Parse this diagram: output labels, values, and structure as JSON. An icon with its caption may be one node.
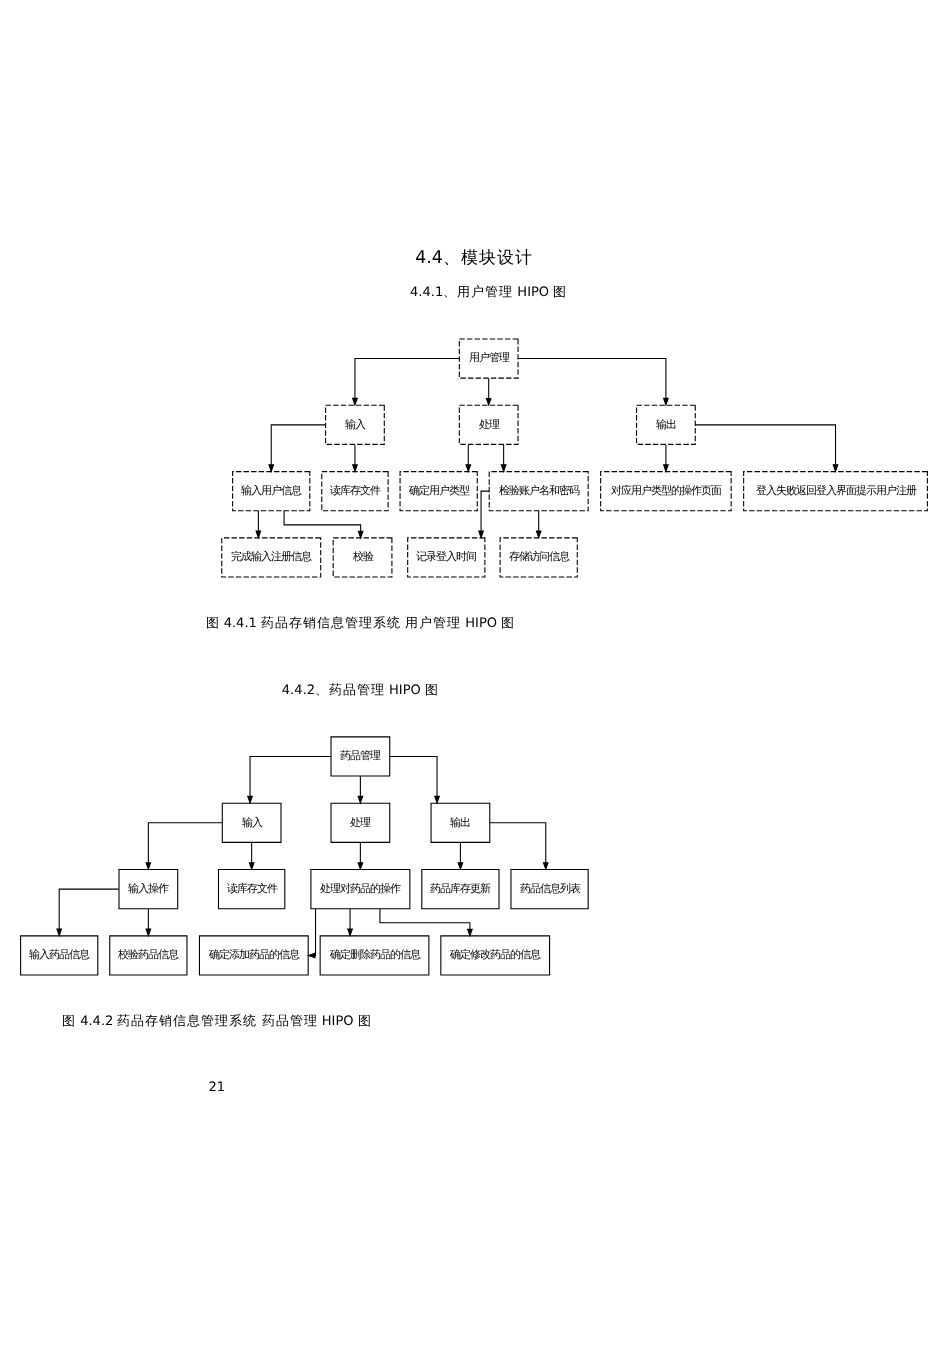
{
  "diagram": {
    "title": "4.4、模块设计",
    "nodes": [
      {
        "text": [
          "用户管理"
        ]
      },
      {
        "text": [
          "输入"
        ]
      },
      {
        "text": [
          "处理"
        ]
      },
      {
        "text": [
          "输出"
        ]
      },
      {
        "text": [
          "输入用户信息"
        ]
      },
      {
        "text": [
          "读库存文件"
        ]
      },
      {
        "text": [
          "确定用户类型"
        ]
      },
      {
        "text": [
          "检验账户名和密码"
        ]
      },
      {
        "text": [
          "对应用户类型的操作页面"
        ]
      },
      {
        "text": [
          "登入失败返回登入界面提示用户注册"
        ]
      },
      {
        "text": [
          "完成输入注册信息"
        ]
      },
      {
        "text": [
          "校验"
        ]
      },
      {
        "text": [
          "记录登入时间"
        ]
      },
      {
        "text": [
          "存储访问信息"
        ]
      },
      {
        "text": [
          "药品管理"
        ]
      },
      {
        "text": [
          "输入"
        ]
      },
      {
        "text": [
          "处理"
        ]
      },
      {
        "text": [
          "输出"
        ]
      },
      {
        "text": [
          "输入操作"
        ]
      },
      {
        "text": [
          "读库存文件"
        ]
      },
      {
        "text": [
          "处理对药品的操作"
        ]
      },
      {
        "text": [
          "药品库存更新"
        ]
      },
      {
        "text": [
          "药品信息列表"
        ]
      },
      {
        "text": [
          "输入药品信息"
        ]
      },
      {
        "text": [
          "校验药品信息"
        ]
      },
      {
        "text": [
          "确定添加药品的信息"
        ]
      },
      {
        "text": [
          "确定删除药品的信息"
        ]
      },
      {
        "text": [
          "确定修改药品的信息"
        ]
      }
    ],
    "edges": [
      {
        "from": 0,
        "to": 1,
        "arrow": "to"
      },
      {
        "from": 0,
        "to": 2,
        "arrow": "to"
      },
      {
        "from": 0,
        "to": 3,
        "arrow": "to"
      },
      {
        "from": 1,
        "to": 4,
        "arrow": "to"
      },
      {
        "from": 1,
        "to": 5,
        "arrow": "to"
      },
      {
        "from": 2,
        "to": 6,
        "arrow": "to"
      },
      {
        "from": 2,
        "to": 7,
        "arrow": "to"
      },
      {
        "from": 3,
        "to": 8,
        "arrow": "to"
      },
      {
        "from": 3,
        "to": 9,
        "arrow": "to"
      },
      {
        "from": 4,
        "to": 10,
        "arrow": "to"
      },
      {
        "from": 4,
        "to": 11,
        "arrow": "to"
      },
      {
        "from": 7,
        "to": 12,
        "arrow": "to"
      },
      {
        "from": 7,
        "to": 13,
        "arrow": "to"
      },
      {
        "from": 14,
        "to": 15,
        "arrow": "to"
      },
      {
        "from": 14,
        "to": 16,
        "arrow": "to"
      },
      {
        "from": 14,
        "to": 17,
        "arrow": "to"
      },
      {
        "from": 15,
        "to": 18,
        "arrow": "to"
      },
      {
        "from": 15,
        "to": 19,
        "arrow": "to"
      },
      {
        "from": 16,
        "to": 20,
        "arrow": "to"
      },
      {
        "from": 17,
        "to": 21,
        "arrow": "to"
      },
      {
        "from": 17,
        "to": 22,
        "arrow": "to"
      },
      {
        "from": 18,
        "to": 23,
        "arrow": "to"
      },
      {
        "from": 18,
        "to": 24,
        "arrow": "to"
      },
      {
        "from": 20,
        "to": 25,
        "arrow": "to"
      },
      {
        "from": 20,
        "to": 26,
        "arrow": "to"
      },
      {
        "from": 20,
        "to": 27,
        "arrow": "to"
      }
    ],
    "labels": [
      "4.4.1、用户管理 HIPO 图",
      "图 4.4.1 药品存销信息管理系统 用户管理 HIPO 图",
      "4.4.2、药品管理 HIPO 图",
      "图 4.4.2 药品存销信息管理系统 药品管理 HIPO 图",
      "21"
    ]
  }
}
